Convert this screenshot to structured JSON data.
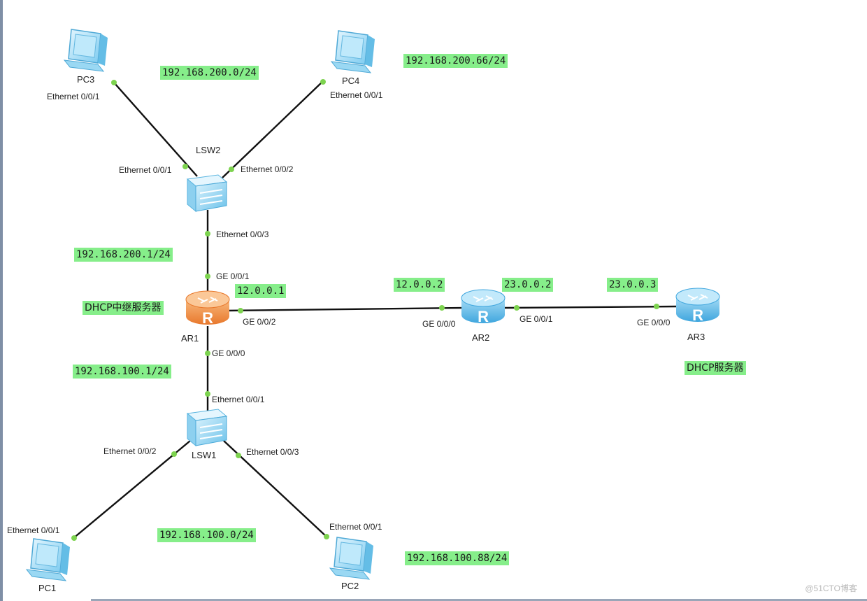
{
  "devices": {
    "pc1": "PC1",
    "pc2": "PC2",
    "pc3": "PC3",
    "pc4": "PC4",
    "lsw1": "LSW1",
    "lsw2": "LSW2",
    "ar1": "AR1",
    "ar2": "AR2",
    "ar3": "AR3"
  },
  "ports": {
    "pc3_eth": "Ethernet 0/0/1",
    "pc4_eth": "Ethernet 0/0/1",
    "lsw2_eth1": "Ethernet 0/0/1",
    "lsw2_eth2": "Ethernet 0/0/2",
    "lsw2_eth3": "Ethernet 0/0/3",
    "ar1_ge01": "GE 0/0/1",
    "ar1_ge02": "GE 0/0/2",
    "ar1_ge00": "GE 0/0/0",
    "ar2_ge00": "GE 0/0/0",
    "ar2_ge01": "GE 0/0/1",
    "ar3_ge00": "GE 0/0/0",
    "lsw1_eth1": "Ethernet 0/0/1",
    "lsw1_eth2": "Ethernet 0/0/2",
    "lsw1_eth3": "Ethernet 0/0/3",
    "pc1_eth": "Ethernet 0/0/1",
    "pc2_eth": "Ethernet 0/0/1"
  },
  "notes": {
    "net_200": "192.168.200.0/24",
    "pc4_ip": "192.168.200.66/24",
    "gw_200": "192.168.200.1/24",
    "ar1_wan": "12.0.0.1",
    "ar2_a": "12.0.0.2",
    "ar2_b": "23.0.0.2",
    "ar3_ip": "23.0.0.3",
    "relay": "DHCP中继服务器",
    "server": "DHCP服务器",
    "gw_100": "192.168.100.1/24",
    "net_100": "192.168.100.0/24",
    "pc2_ip": "192.168.100.88/24"
  },
  "watermark": "@51CTO博客",
  "colors": {
    "note_bg": "#86ee8a",
    "link": "#111111",
    "port_dot": "#7dd34f",
    "router_main": "#f39a4f",
    "router_blue": "#5ab8e8",
    "switch_blue": "#8fd3f2"
  }
}
